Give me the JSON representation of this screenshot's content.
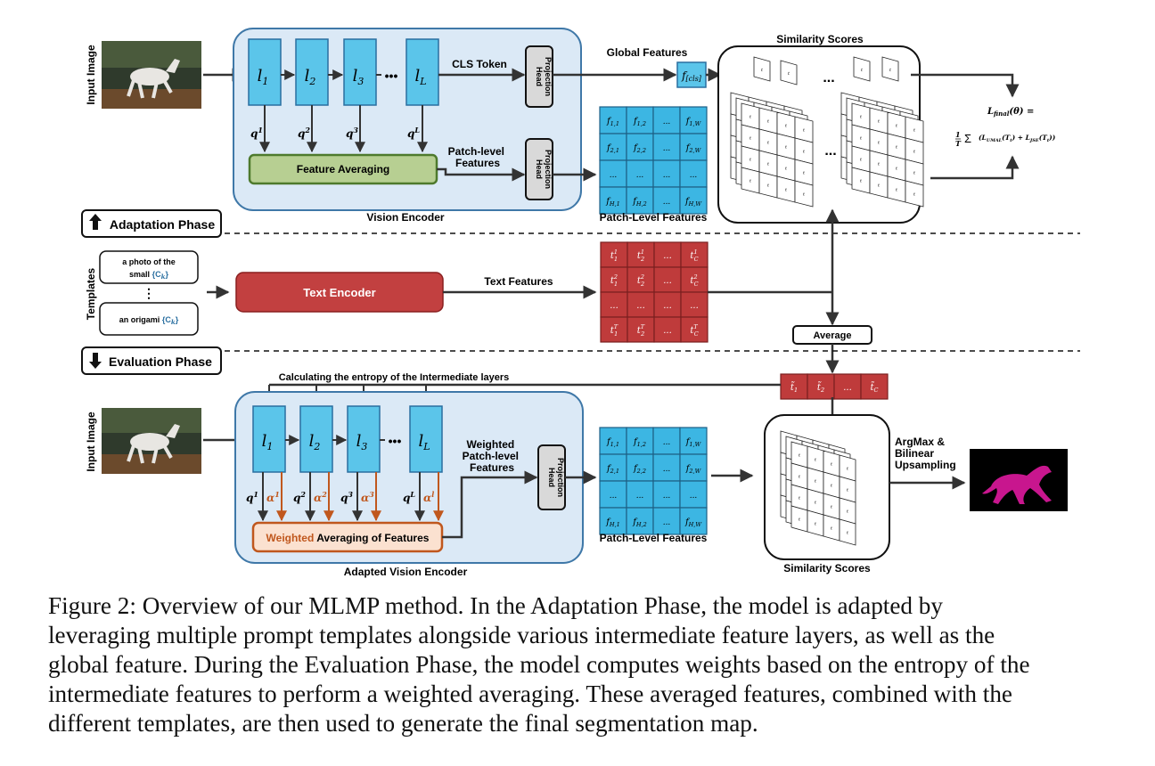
{
  "figure": {
    "input_image_label": "Input Image",
    "vision_encoder_label": "Vision Encoder",
    "adapted_vision_encoder_label": "Adapted Vision Encoder",
    "layers": [
      "l",
      "l",
      "l",
      "l"
    ],
    "layer_subs": [
      "1",
      "2",
      "3",
      "L"
    ],
    "ellipsis": "•••",
    "q_labels": [
      "q",
      "q",
      "q",
      "q"
    ],
    "q_sups": [
      "1",
      "2",
      "3",
      "L"
    ],
    "alpha_sups": [
      "1",
      "2",
      "3",
      "l"
    ],
    "alpha_symbol": "α",
    "cls_token": "CLS Token",
    "projection_head": [
      "Projection",
      "Head"
    ],
    "global_features": "Global Features",
    "f_cls": "f",
    "f_cls_sub": "[cls]",
    "feature_averaging": "Feature Averaging",
    "weighted_averaging_a": "Weighted",
    "weighted_averaging_b": " Averaging of Features",
    "patch_level_features_top": [
      "Patch-level",
      "Features"
    ],
    "weighted_patch_level_features": [
      "Weighted",
      "Patch-level",
      "Features"
    ],
    "patch_level_features_caption": "Patch-Level Features",
    "patch_grid": [
      [
        "1,1",
        "1,2",
        "...",
        "1,W"
      ],
      [
        "2,1",
        "2,2",
        "...",
        "2,W"
      ],
      [
        "...",
        "...",
        "...",
        "..."
      ],
      [
        "H,1",
        "H,2",
        "...",
        "H,W"
      ]
    ],
    "similarity_scores": "Similarity Scores",
    "loss_title": "L",
    "loss_title_sub": "final",
    "loss_title_tail": "(θ) =",
    "loss_expr": "(L",
    "loss_umal": "UMAL",
    "loss_mid": "(T",
    "loss_t": "t",
    "loss_plus": ") + L",
    "loss_jse": "JSE",
    "loss_end": "(T",
    "loss_close": "))",
    "adaptation_phase": "Adaptation Phase",
    "evaluation_phase": "Evaluation Phase",
    "templates_label": "Templates",
    "template_1": "a photo of the",
    "template_1b": "small",
    "template_2": "an origami",
    "class_token": "{C",
    "class_token_sub": "k",
    "class_token_end": "}",
    "vdots": "⋮",
    "text_encoder": "Text Encoder",
    "text_features": "Text Features",
    "text_grid": [
      [
        "1",
        "1",
        "...",
        "1"
      ],
      [
        "2",
        "2",
        "...",
        "2"
      ],
      [
        "...",
        "...",
        "...",
        "..."
      ],
      [
        "T",
        "T",
        "...",
        "T"
      ]
    ],
    "text_grid_subs": [
      "1",
      "2",
      "",
      "C"
    ],
    "average": "Average",
    "avg_tokens": [
      "t",
      "t",
      "...",
      "t"
    ],
    "avg_token_subs": [
      "1",
      "2",
      "",
      "C"
    ],
    "entropy_label": "Calculating the entropy of the Intermediate layers",
    "argmax": [
      "ArgMax &",
      "Bilinear",
      "Upsampling"
    ],
    "dots_mid": "...",
    "sim_cell_text": "t",
    "colors": {
      "encoder_fill": "#dbe9f6",
      "encoder_stroke": "#3f78a8",
      "layer_fill": "#5bc5ea",
      "layer_stroke": "#2a6fa0",
      "avg_fill": "#b7cf92",
      "avg_stroke": "#4e7a2d",
      "weighted_fill": "#fbe1d0",
      "weighted_stroke": "#c0571d",
      "text_encoder_fill": "#c24040",
      "grid_blue": "#3cb6e3",
      "grid_red": "#bf3b3b",
      "alpha_arrow": "#c0571d",
      "mask": "#c8168e"
    }
  },
  "caption": [
    "Figure 2:  Overview of our MLMP method.  In the Adaptation Phase, the model is adapted by",
    "leveraging multiple prompt templates alongside various intermediate feature layers, as well as the",
    "global feature. During the Evaluation Phase, the model computes weights based on the entropy of the",
    "intermediate features to perform a weighted averaging. These averaged features, combined with the",
    "different templates, are then used to generate the final segmentation map."
  ]
}
